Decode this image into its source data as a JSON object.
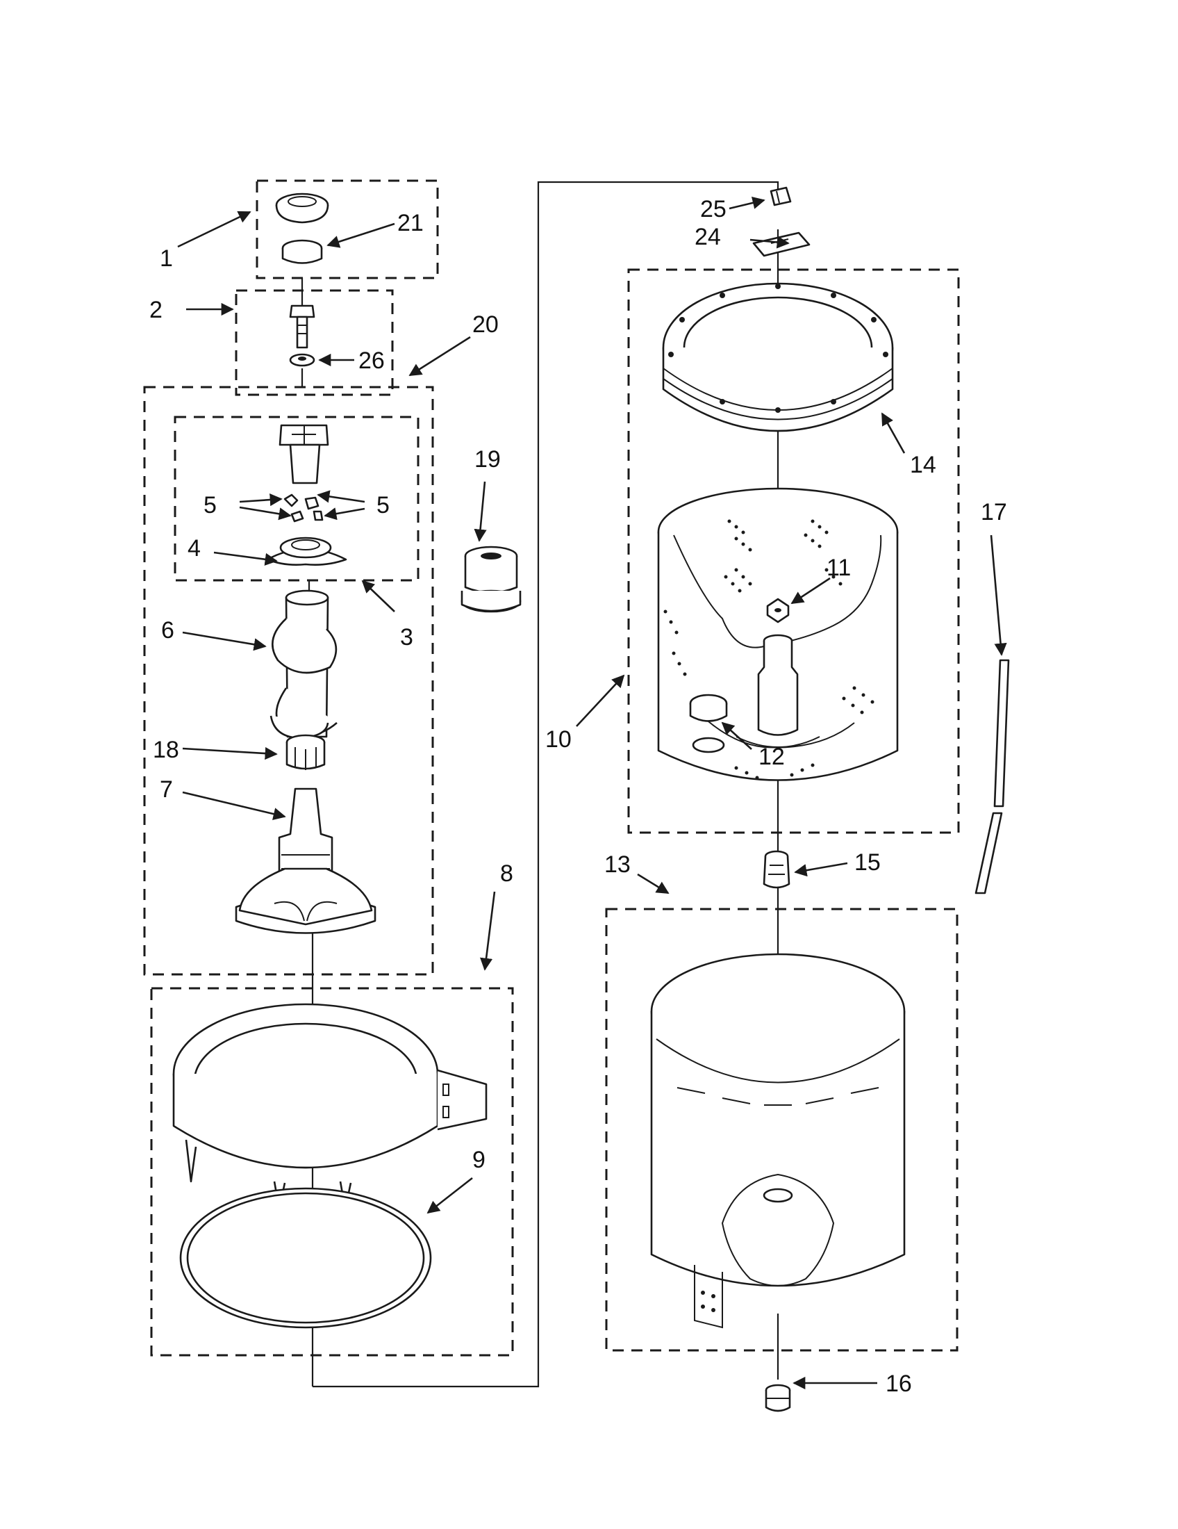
{
  "colors": {
    "ink": "#1a1a1a",
    "background": "#ffffff"
  },
  "callouts": [
    {
      "id": "1",
      "text": "1"
    },
    {
      "id": "2",
      "text": "2"
    },
    {
      "id": "3",
      "text": "3"
    },
    {
      "id": "4",
      "text": "4"
    },
    {
      "id": "5a",
      "text": "5"
    },
    {
      "id": "5b",
      "text": "5"
    },
    {
      "id": "6",
      "text": "6"
    },
    {
      "id": "7",
      "text": "7"
    },
    {
      "id": "8",
      "text": "8"
    },
    {
      "id": "9",
      "text": "9"
    },
    {
      "id": "10",
      "text": "10"
    },
    {
      "id": "11",
      "text": "11"
    },
    {
      "id": "12",
      "text": "12"
    },
    {
      "id": "13",
      "text": "13"
    },
    {
      "id": "14",
      "text": "14"
    },
    {
      "id": "15",
      "text": "15"
    },
    {
      "id": "16",
      "text": "16"
    },
    {
      "id": "17",
      "text": "17"
    },
    {
      "id": "18",
      "text": "18"
    },
    {
      "id": "19",
      "text": "19"
    },
    {
      "id": "20",
      "text": "20"
    },
    {
      "id": "21",
      "text": "21"
    },
    {
      "id": "24",
      "text": "24"
    },
    {
      "id": "25",
      "text": "25"
    },
    {
      "id": "26",
      "text": "26"
    }
  ]
}
